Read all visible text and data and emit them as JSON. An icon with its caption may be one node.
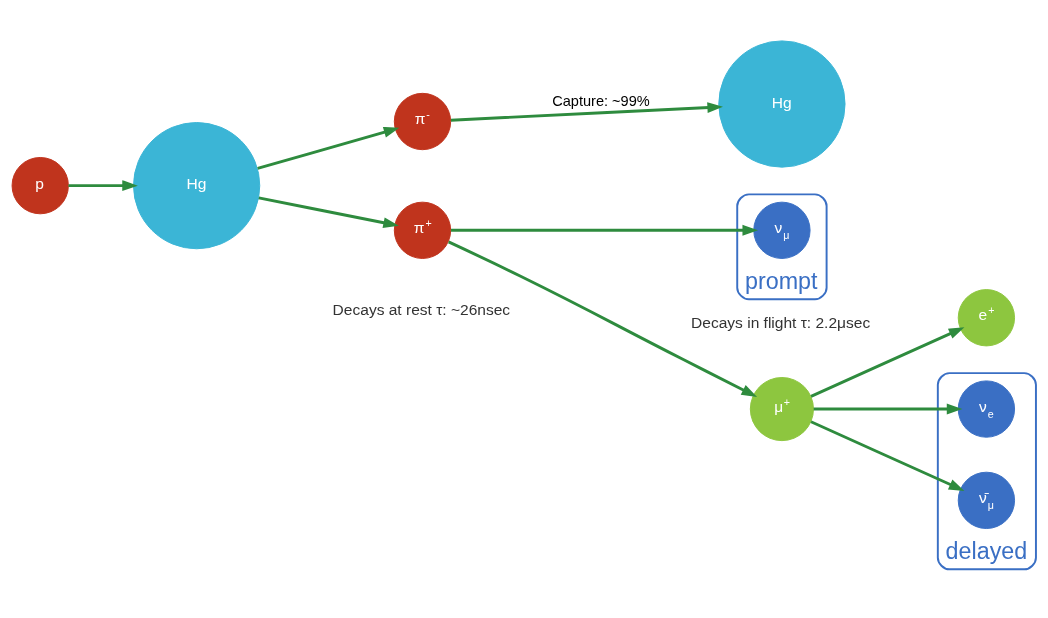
{
  "diagram": {
    "nodes": [
      {
        "text": [
          "p"
        ]
      },
      {
        "text": [
          "Hg"
        ]
      },
      {
        "text": [
          "π$^{-}$"
        ]
      },
      {
        "text": [
          "Hg"
        ]
      },
      {
        "text": [
          "π$^{+}$"
        ],
        "beside": [
          "Decays at rest τ: ~26nsec"
        ]
      },
      {
        "text": [
          "μ$^{+}$"
        ],
        "beside": [
          "Decays in flight τ: 2.2μsec"
        ]
      },
      {
        "text": [
          "e$^{+}$"
        ]
      },
      {
        "text": [
          "delayed"
        ]
      },
      {
        "text": [
          "ν$_{e}$"
        ],
        "in": 7
      },
      {
        "text": [
          "prompt"
        ]
      },
      {
        "text": [
          "ν$_{μ}$"
        ],
        "in": 9
      },
      {
        "text": [
          "ν̄$_{μ}$"
        ],
        "in": 7
      }
    ],
    "edges": [
      {
        "from": 0,
        "to": 1,
        "arrow": "to"
      },
      {
        "from": 1,
        "to": 2,
        "arrow": "to"
      },
      {
        "from": 1,
        "to": 4,
        "arrow": "to"
      },
      {
        "from": 2,
        "to": 3,
        "arrow": "to",
        "label": "Capture: ~99%"
      },
      {
        "from": 4,
        "to": 5,
        "arrow": "to"
      },
      {
        "from": 4,
        "to": 10,
        "arrow": "to"
      },
      {
        "from": 5,
        "to": 6,
        "arrow": "to"
      },
      {
        "from": 5,
        "to": 8,
        "arrow": "to"
      },
      {
        "from": 5,
        "to": 11,
        "arrow": "to"
      }
    ]
  }
}
